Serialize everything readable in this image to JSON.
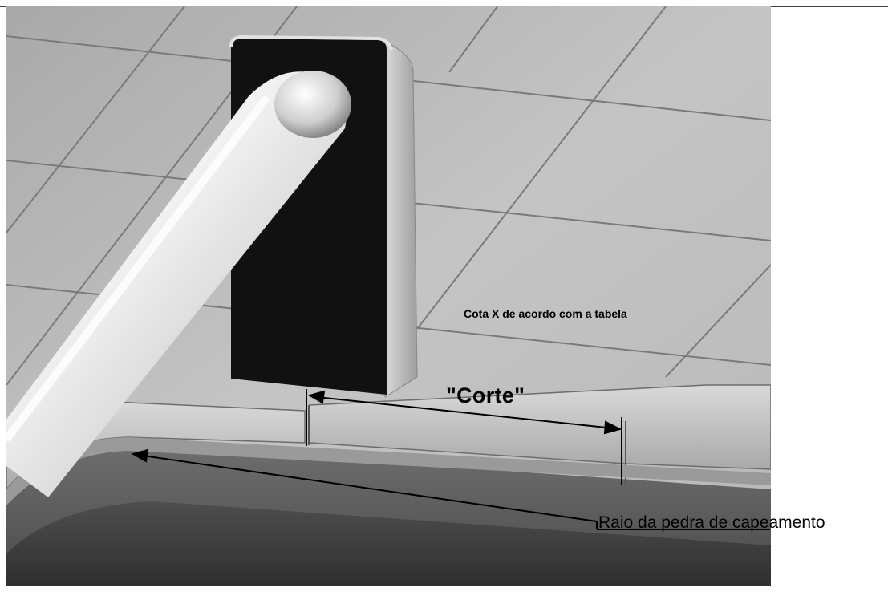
{
  "labels": {
    "cota": "Cota X de acordo com a tabela",
    "corte": "\"Corte\"",
    "raio": "Raio da pedra de capeamento"
  },
  "colors": {
    "deck": "#bdbdbd",
    "deck_light": "#cfcfcf",
    "tile_joint": "#7a7a7a",
    "pool_wall": "#5e5e5e",
    "pool_water": "#3c3c3c",
    "bracket_body": "#111111",
    "bracket_edge": "#e2e2e2",
    "rail_light": "#f4f4f4",
    "rail_dark": "#8a8a8a",
    "dimension_line": "#000000"
  }
}
